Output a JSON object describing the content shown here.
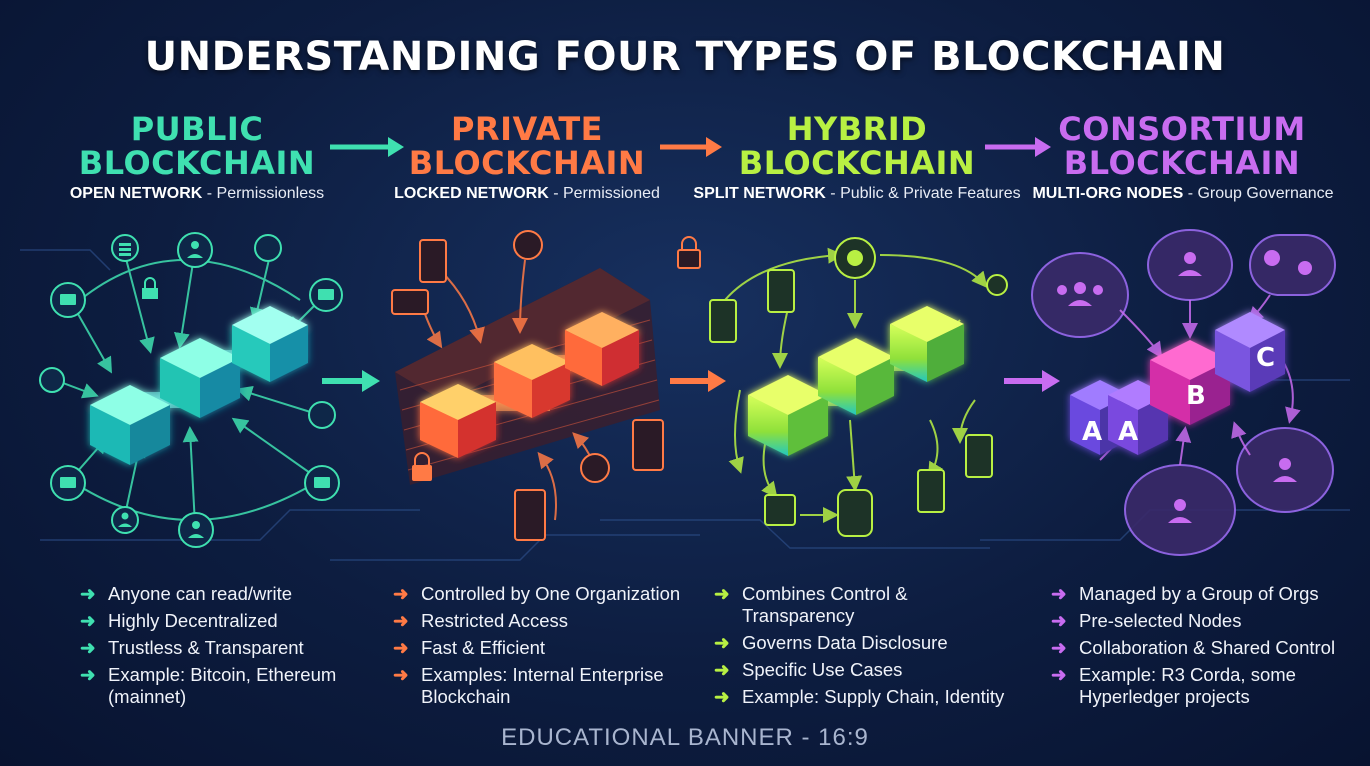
{
  "title": "UNDERSTANDING FOUR TYPES OF BLOCKCHAIN",
  "footer": "EDUCATIONAL BANNER - 16:9",
  "colors": {
    "public": "#3fe0b0",
    "private": "#ff7a45",
    "hybrid": "#b8f043",
    "consortium": "#c86cf0",
    "background": "#0d1d40"
  },
  "sections": [
    {
      "heading_line1": "PUBLIC",
      "heading_line2": "BLOCKCHAIN",
      "subtitle_bold": "OPEN NETWORK",
      "subtitle_rest": " - Permissionless",
      "bullets": [
        "Anyone can read/write",
        "Highly Decentralized",
        "Trustless & Transparent",
        "Example: Bitcoin, Ethereum (mainnet)"
      ]
    },
    {
      "heading_line1": "PRIVATE",
      "heading_line2": "BLOCKCHAIN",
      "subtitle_bold": "LOCKED NETWORK",
      "subtitle_rest": " - Permissioned",
      "bullets": [
        "Controlled by One Organization",
        "Restricted Access",
        "Fast & Efficient",
        "Examples: Internal Enterprise Blockchain"
      ]
    },
    {
      "heading_line1": "HYBRID",
      "heading_line2": "BLOCKCHAIN",
      "subtitle_bold": "SPLIT NETWORK",
      "subtitle_rest": " - Public & Private Features",
      "bullets": [
        "Combines Control & Transparency",
        "Governs Data Disclosure",
        "Specific Use Cases",
        "Example: Supply Chain, Identity"
      ]
    },
    {
      "heading_line1": "CONSORTIUM",
      "heading_line2": "BLOCKCHAIN",
      "subtitle_bold": "MULTI-ORG NODES",
      "subtitle_rest": " - Group Governance",
      "bullets": [
        "Managed by a Group of Orgs",
        "Pre-selected Nodes",
        "Collaboration & Shared Control",
        "Example: R3 Corda, some Hyperledger projects"
      ]
    }
  ],
  "consortium_cube_labels": [
    "A",
    "A",
    "B",
    "C"
  ],
  "bullet_arrow": "➜"
}
